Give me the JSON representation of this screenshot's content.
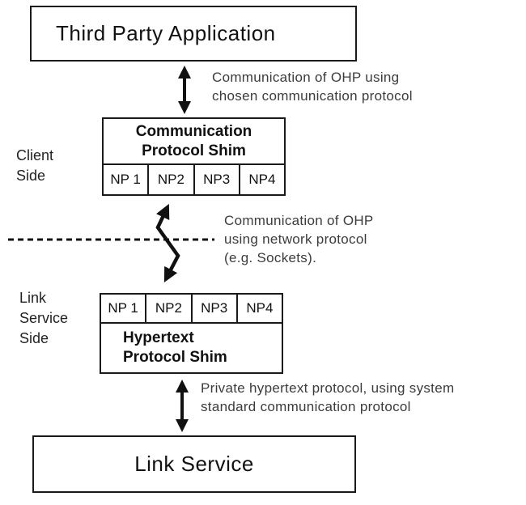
{
  "boxes": {
    "third_party_app": {
      "label": "Third Party Application"
    },
    "comm_shim": {
      "title_line1": "Communication",
      "title_line2": "Protocol Shim",
      "np_cells": [
        "NP 1",
        "NP2",
        "NP3",
        "NP4"
      ]
    },
    "hypertext_shim": {
      "title_line1": "Hypertext",
      "title_line2": "Protocol Shim",
      "np_cells": [
        "NP 1",
        "NP2",
        "NP3",
        "NP4"
      ]
    },
    "link_service": {
      "label": "Link Service"
    }
  },
  "side_labels": {
    "client": {
      "line1": "Client",
      "line2": "Side"
    },
    "link_service": {
      "line1": "Link",
      "line2": "Service",
      "line3": "Side"
    }
  },
  "annotations": {
    "top": {
      "line1": "Communication of OHP using",
      "line2": "chosen communication protocol"
    },
    "middle": {
      "line1": "Communication of OHP",
      "line2": "using network protocol",
      "line3": "(e.g. Sockets)."
    },
    "bottom": {
      "line1": "Private hypertext protocol, using system",
      "line2": "standard communication protocol"
    }
  },
  "colors": {
    "stroke": "#1a1a1a",
    "background": "#ffffff",
    "annotation_text": "#3c3c3c"
  }
}
